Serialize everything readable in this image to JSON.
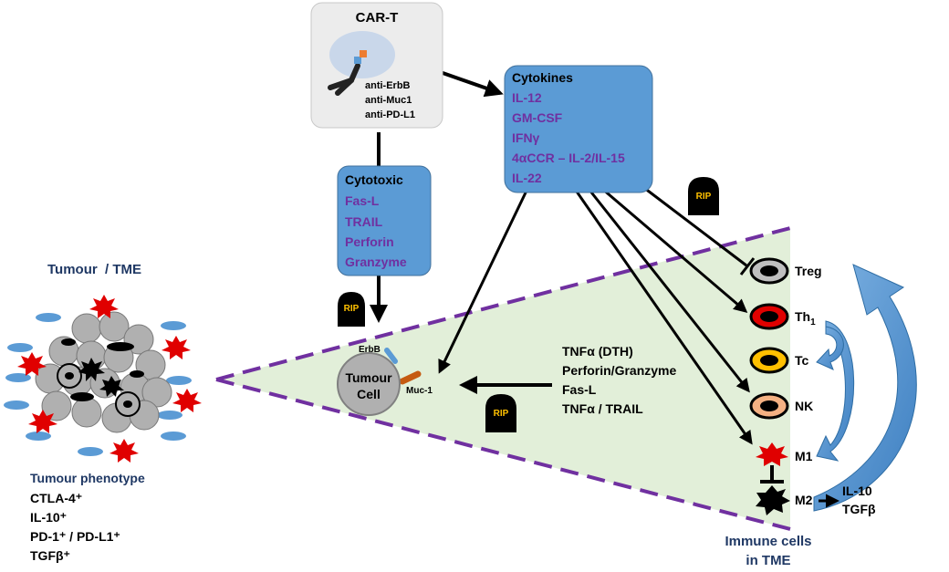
{
  "car_t": {
    "title": "CAR-T",
    "targets": [
      "anti-ErbB",
      "anti-Muc1",
      "anti-PD-L1"
    ]
  },
  "cytokines": {
    "title": "Cytokines",
    "items": [
      "IL-12",
      "GM-CSF",
      "IFNγ",
      "4αCCR – IL-2/IL-15",
      "IL-22"
    ]
  },
  "cytotoxic": {
    "title": "Cytotoxic",
    "items": [
      "Fas-L",
      "TRAIL",
      "Perforin",
      "Granzyme"
    ]
  },
  "rip_label": "RIP",
  "tumour": {
    "title": "Tumour  / TME",
    "phenotype_title": "Tumour phenotype",
    "phenotype_items": [
      "CTLA-4⁺",
      "IL-10⁺",
      "PD-1⁺ / PD-L1⁺",
      "TGFβ⁺"
    ]
  },
  "tumour_cell": {
    "line1": "Tumour",
    "line2": "Cell",
    "erbb": "ErbB",
    "muc1": "Muc-1"
  },
  "effector_text": [
    "TNFα (DTH)",
    "Perforin/Granzyme",
    "Fas-L",
    "TNFα / TRAIL"
  ],
  "immune_cells": {
    "treg": "Treg",
    "th1_main": "Th",
    "th1_sub": "1",
    "tc": "Tc",
    "nk": "NK",
    "m1": "M1",
    "m2": "M2"
  },
  "m2_outputs": [
    "IL-10",
    "TGFβ"
  ],
  "immune_label": [
    "Immune cells",
    "in TME"
  ],
  "colors": {
    "box_blue": "#5b9bd5",
    "purple_text": "#7030a0",
    "navy_text": "#1f3864",
    "tme_fill": "#e2efd9",
    "dash_purple": "#7030a0",
    "red": "#e00000",
    "rip_text": "#ffc000",
    "car_box": "#ececec"
  }
}
